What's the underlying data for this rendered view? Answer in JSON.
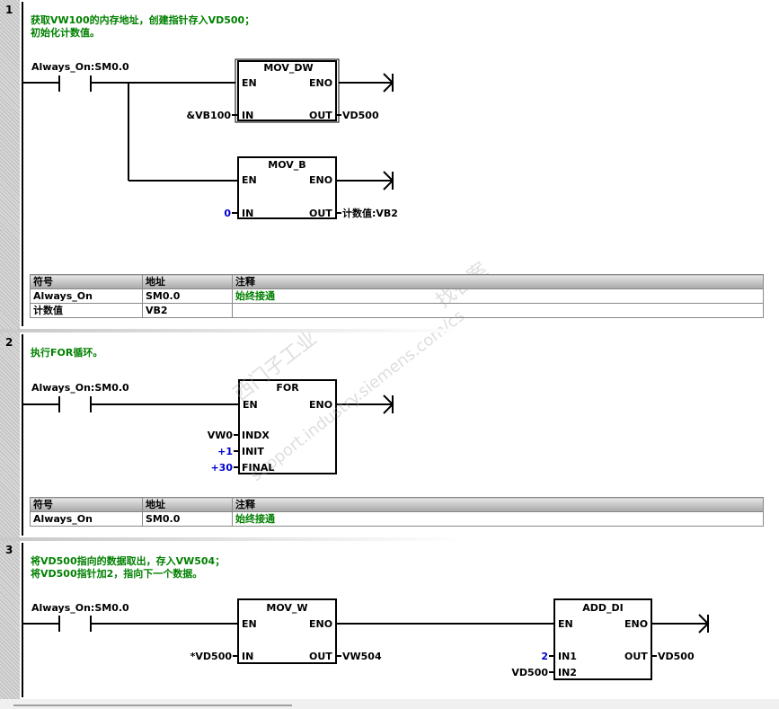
{
  "networks": [
    {
      "number": "1",
      "comment": [
        "获取VW100的内存地址，创建指针存入VD500；",
        "初始化计数值。"
      ],
      "contact": "Always_On:SM0.0",
      "boxes": [
        {
          "title": "MOV_DW",
          "en": "EN",
          "eno": "ENO",
          "in_pin": "IN",
          "out_pin": "OUT",
          "in_value": "&VB100",
          "out_value": "VD500"
        },
        {
          "title": "MOV_B",
          "en": "EN",
          "eno": "ENO",
          "in_pin": "IN",
          "out_pin": "OUT",
          "in_value": "0",
          "out_value": "计数值:VB2"
        }
      ],
      "table": {
        "headers": [
          "符号",
          "地址",
          "注释"
        ],
        "rows": [
          [
            "Always_On",
            "SM0.0",
            "始终接通"
          ],
          [
            "计数值",
            "VB2",
            ""
          ]
        ]
      }
    },
    {
      "number": "2",
      "comment": [
        "执行FOR循环。"
      ],
      "contact": "Always_On:SM0.0",
      "box": {
        "title": "FOR",
        "en": "EN",
        "eno": "ENO",
        "pins": [
          "INDX",
          "INIT",
          "FINAL"
        ],
        "values": [
          "VW0",
          "+1",
          "+30"
        ]
      },
      "table": {
        "headers": [
          "符号",
          "地址",
          "注释"
        ],
        "rows": [
          [
            "Always_On",
            "SM0.0",
            "始终接通"
          ]
        ]
      }
    },
    {
      "number": "3",
      "comment": [
        "将VD500指向的数据取出，存入VW504；",
        "将VD500指针加2，指向下一个数据。"
      ],
      "contact": "Always_On:SM0.0",
      "boxes": [
        {
          "title": "MOV_W",
          "en": "EN",
          "eno": "ENO",
          "in_pin": "IN",
          "out_pin": "OUT",
          "in_value": "*VD500",
          "out_value": "VW504"
        },
        {
          "title": "ADD_DI",
          "en": "EN",
          "eno": "ENO",
          "in1_pin": "IN1",
          "in2_pin": "IN2",
          "out_pin": "OUT",
          "in1_value": "2",
          "in2_value": "VD500",
          "out_value": "VD500"
        }
      ]
    }
  ],
  "watermark": [
    "西门子工业",
    "support.industry.siemens.com/cs",
    "找答案"
  ]
}
